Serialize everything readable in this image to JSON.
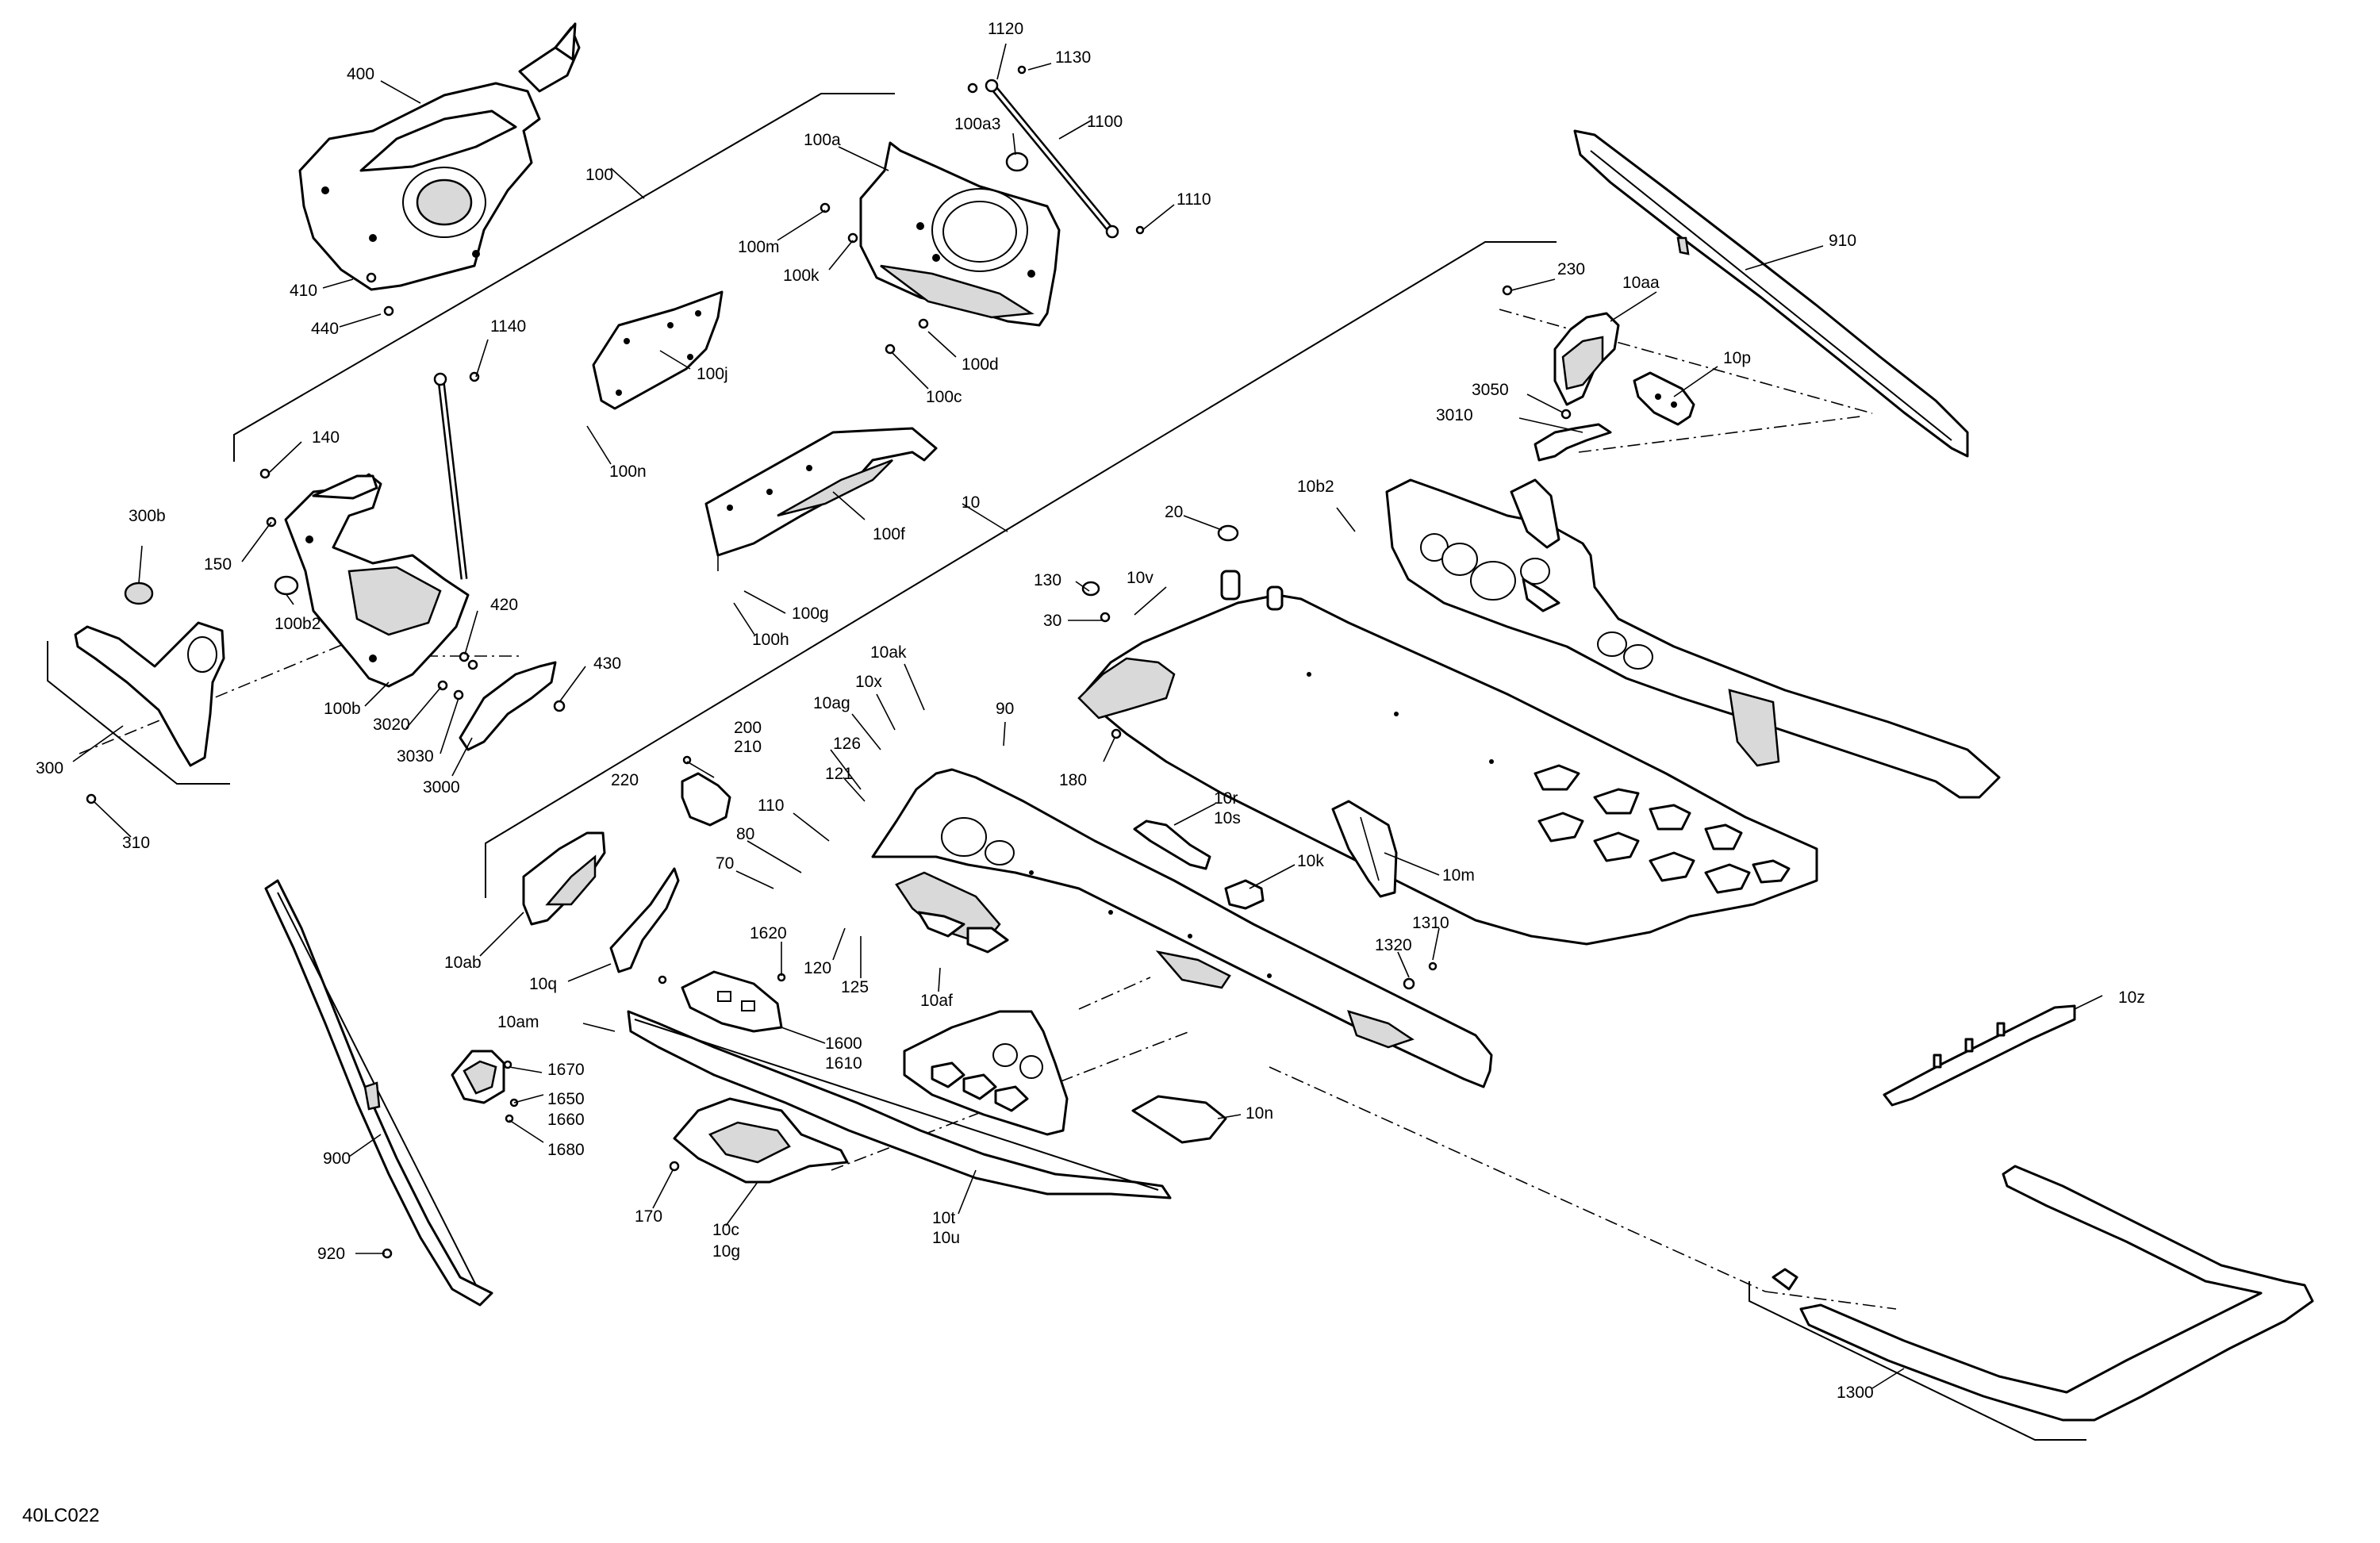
{
  "diagram": {
    "figure_code": "40LC022",
    "callouts": {
      "c400": "400",
      "c100": "100",
      "c410": "410",
      "c440": "440",
      "c1120": "1120",
      "c1130": "1130",
      "c100a3": "100a3",
      "c1100": "1100",
      "c100a": "100a",
      "c1110": "1110",
      "c100m": "100m",
      "c100k": "100k",
      "c100d": "100d",
      "c100c": "100c",
      "c100j": "100j",
      "c100n": "100n",
      "c1140": "1140",
      "c140": "140",
      "c150": "150",
      "c300b": "300b",
      "c100b2": "100b2",
      "c420": "420",
      "c430": "430",
      "c100b": "100b",
      "c3020": "3020",
      "c3030": "3030",
      "c3000": "3000",
      "c300": "300",
      "c310": "310",
      "c100f": "100f",
      "c100g": "100g",
      "c100h": "100h",
      "c10": "10",
      "c20": "20",
      "c130": "130",
      "c10v": "10v",
      "c30": "30",
      "c180": "180",
      "c230": "230",
      "c10aa": "10aa",
      "c910": "910",
      "c10p": "10p",
      "c3050": "3050",
      "c3010": "3010",
      "c10b2": "10b2",
      "c10ak": "10ak",
      "c10x": "10x",
      "c10ag": "10ag",
      "c90": "90",
      "c200": "200",
      "c210": "210",
      "c220": "220",
      "c126": "126",
      "c121": "121",
      "c110": "110",
      "c80": "80",
      "c70": "70",
      "c10r": "10r",
      "c10s": "10s",
      "c10k": "10k",
      "c10m": "10m",
      "c1310": "1310",
      "c1320": "1320",
      "c10ab": "10ab",
      "c10q": "10q",
      "c1620": "1620",
      "c120": "120",
      "c125": "125",
      "c10af": "10af",
      "c10am": "10am",
      "c1600": "1600",
      "c1610": "1610",
      "c1670": "1670",
      "c1650": "1650",
      "c1660": "1660",
      "c1680": "1680",
      "c10z": "10z",
      "c10n": "10n",
      "c900": "900",
      "c170": "170",
      "c10c": "10c",
      "c10g": "10g",
      "c10t": "10t",
      "c10u": "10u",
      "c920": "920",
      "c1300": "1300"
    }
  }
}
